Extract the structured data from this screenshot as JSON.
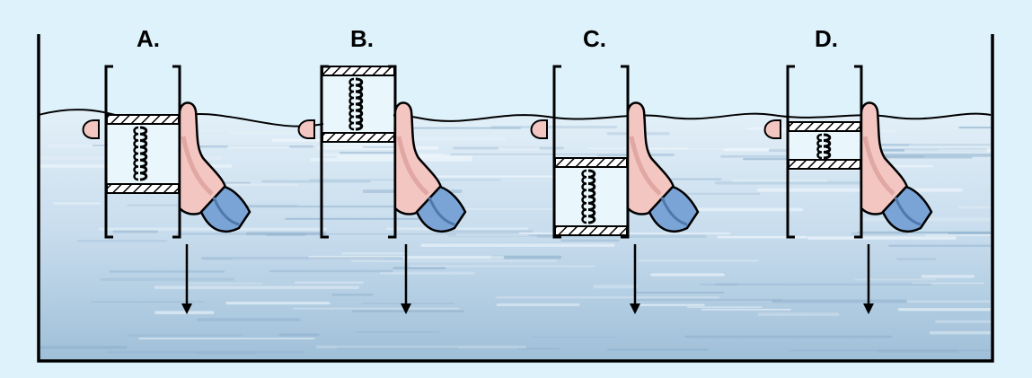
{
  "panels": [
    {
      "label": "A."
    },
    {
      "label": "B."
    },
    {
      "label": "C."
    },
    {
      "label": "D."
    }
  ],
  "colors": {
    "background": "#ddf2fb",
    "water_light": "#dcecf6",
    "water_mid": "#b9d4e7",
    "water_dark": "#8fb2cf",
    "skin": "#f3c6c2",
    "skin_shadow": "#d89a96",
    "sleeve": "#7aa3d6",
    "sleeve_dark": "#4f79ad",
    "outline": "#000000"
  }
}
